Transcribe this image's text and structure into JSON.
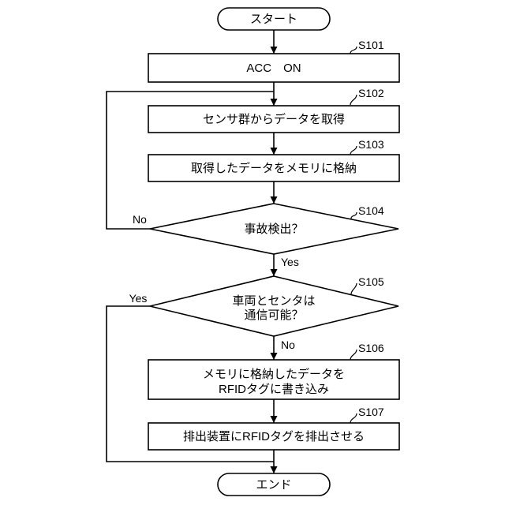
{
  "diagram": {
    "start": "スタート",
    "end": "エンド",
    "steps": [
      {
        "id": "S101",
        "lines": [
          "ACC　ON"
        ]
      },
      {
        "id": "S102",
        "lines": [
          "センサ群からデータを取得"
        ]
      },
      {
        "id": "S103",
        "lines": [
          "取得したデータをメモリに格納"
        ]
      },
      {
        "id": "S104",
        "lines": [
          "事故検出？"
        ],
        "branches": {
          "no": "No",
          "yes": "Yes"
        }
      },
      {
        "id": "S105",
        "lines": [
          "車両とセンタは",
          "通信可能？"
        ],
        "branches": {
          "yes": "Yes",
          "no": "No"
        }
      },
      {
        "id": "S106",
        "lines": [
          "メモリに格納したデータを",
          "RFIDタグに書き込み"
        ]
      },
      {
        "id": "S107",
        "lines": [
          "排出装置にRFIDタグを排出させる"
        ]
      }
    ]
  },
  "colors": {
    "stroke": "#000000",
    "background": "#ffffff"
  }
}
